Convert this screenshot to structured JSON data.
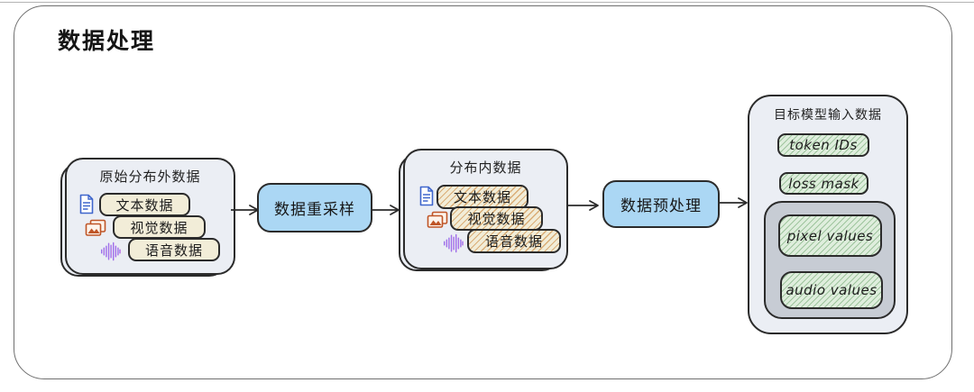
{
  "diagram": {
    "title": "数据处理",
    "groups": {
      "source": {
        "title": "原始分布外数据",
        "items": [
          {
            "label": "文本数据",
            "icon": "document-icon"
          },
          {
            "label": "视觉数据",
            "icon": "image-icon"
          },
          {
            "label": "语音数据",
            "icon": "audio-wave-icon"
          }
        ]
      },
      "in_distribution": {
        "title": "分布内数据",
        "items": [
          {
            "label": "文本数据",
            "icon": "document-icon"
          },
          {
            "label": "视觉数据",
            "icon": "image-icon"
          },
          {
            "label": "语音数据",
            "icon": "audio-wave-icon"
          }
        ]
      },
      "model_input": {
        "title": "目标模型输入数据",
        "items": [
          {
            "label": "token IDs"
          },
          {
            "label": "loss mask"
          }
        ],
        "nested_items": [
          {
            "label": "pixel values"
          },
          {
            "label": "audio values"
          }
        ]
      }
    },
    "processes": [
      {
        "label": "数据重采样"
      },
      {
        "label": "数据预处理"
      }
    ],
    "colors": {
      "group_fill": "#ebeef4",
      "chip_cream": "#f2edd8",
      "hatch_orange": "#c97f2f",
      "process_blue": "#abd7f4",
      "chip_green_fill": "#dfeedd",
      "hatch_green": "#609c60",
      "nested_gray": "#c7ccd4",
      "stroke": "#2b2b2b",
      "doc_icon_blue": "#3f66cc",
      "image_icon_orange": "#bf5527",
      "audio_icon_purple": "#9a66ea"
    }
  }
}
